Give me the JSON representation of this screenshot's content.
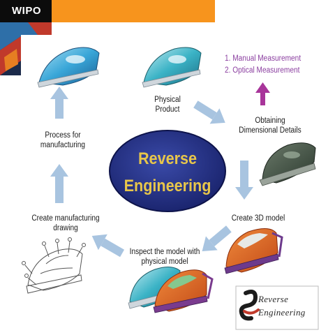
{
  "header": {
    "brand": "WIPO"
  },
  "center": {
    "line1": "Reverse",
    "line2": "Engineering"
  },
  "steps": {
    "physical_product": [
      "Physical",
      "Product"
    ],
    "obtaining": [
      "Obtaining",
      "Dimensional Details"
    ],
    "create_3d": [
      "Create 3D model"
    ],
    "inspect": [
      "Inspect the model with",
      "physical model"
    ],
    "create_drawing": [
      "Create manufacturing",
      "drawing"
    ],
    "process": [
      "Process for",
      "manufacturing"
    ]
  },
  "measurements": [
    "1. Manual Measurement",
    "2. Optical Measurement"
  ],
  "logo": {
    "line1": "Reverse",
    "line2": "Engineering"
  },
  "colors": {
    "orange": "#f7941d",
    "ellipse": "#1f2a7a",
    "ellipse_text": "#e8c64a",
    "arrow": "#a8c4e0",
    "purple_arrow": "#a8359a"
  }
}
